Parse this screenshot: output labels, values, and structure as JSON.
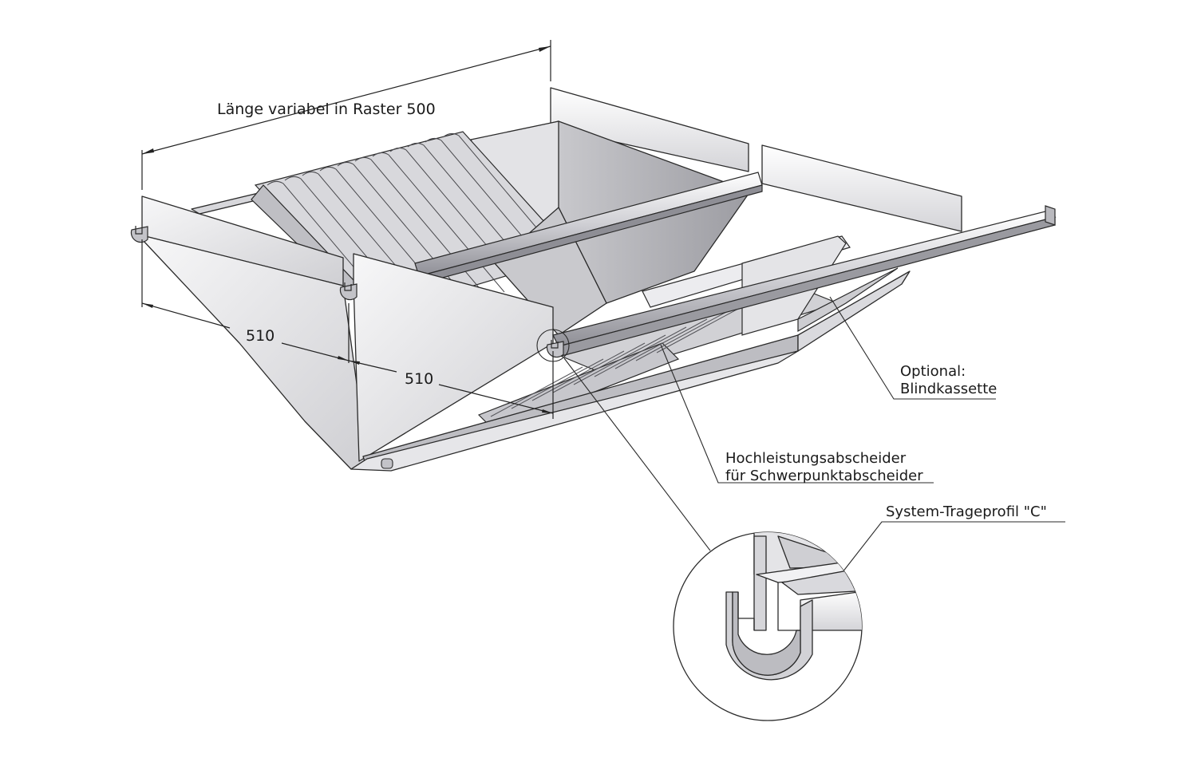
{
  "title_dimension": "Länge variabel in Raster 500",
  "dimensions": {
    "depth_left": "510",
    "depth_right": "510"
  },
  "callouts": {
    "optional_line1": "Optional:",
    "optional_line2": "Blindkassette",
    "separator_line1": "Hochleistungsabscheider",
    "separator_line2": "für Schwerpunktabscheider",
    "profile": "System-Trageprofil \"C\""
  },
  "colors": {
    "panel_light": "#eeeeef",
    "panel_mid": "#d9d9dc",
    "panel_dark": "#b9b9be",
    "stroke": "#2a2a2a",
    "background": "#ffffff"
  }
}
